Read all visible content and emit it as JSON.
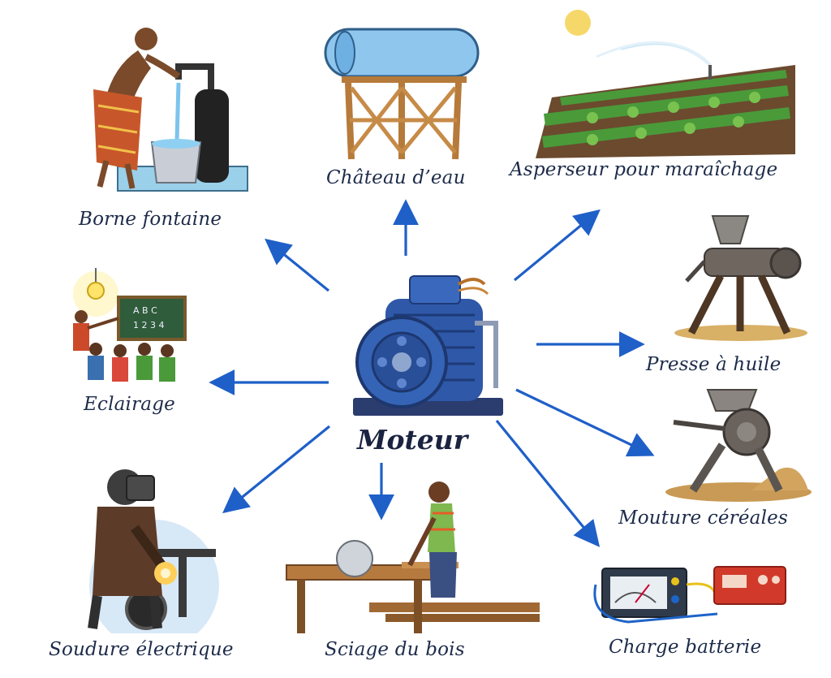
{
  "center": {
    "label": "Moteur",
    "icon": "electric-motor-icon"
  },
  "arrow_color": "#1f5fc8",
  "nodes": [
    {
      "id": "borne-fontaine",
      "label": "Borne fontaine",
      "icon": "water-standpipe-icon"
    },
    {
      "id": "chateau-eau",
      "label": "Château d’eau",
      "icon": "water-tower-icon"
    },
    {
      "id": "asperseur",
      "label": "Asperseur pour maraîchage",
      "icon": "sprinkler-field-icon"
    },
    {
      "id": "presse-huile",
      "label": "Presse à huile",
      "icon": "oil-press-icon"
    },
    {
      "id": "mouture",
      "label": "Mouture céréales",
      "icon": "grain-mill-icon"
    },
    {
      "id": "charge-batterie",
      "label": "Charge batterie",
      "icon": "battery-charger-icon"
    },
    {
      "id": "sciage",
      "label": "Sciage du bois",
      "icon": "wood-saw-icon"
    },
    {
      "id": "soudure",
      "label": "Soudure électrique",
      "icon": "welding-icon"
    },
    {
      "id": "eclairage",
      "label": "Eclairage",
      "icon": "lightbulb-classroom-icon"
    }
  ]
}
